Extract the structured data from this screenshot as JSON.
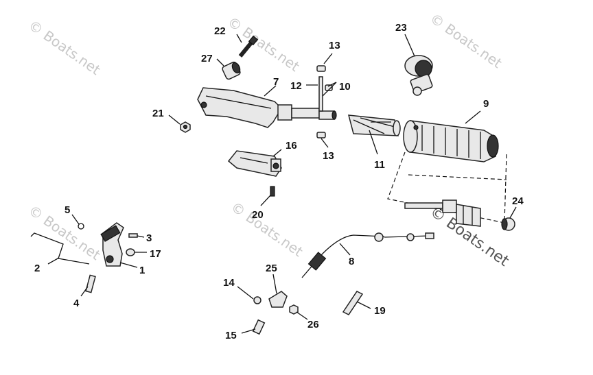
{
  "watermark": {
    "text": "© Boats.net",
    "big_text": "© Boats.net"
  },
  "callouts": {
    "c1": "1",
    "c2": "2",
    "c3": "3",
    "c4": "4",
    "c5": "5",
    "c7": "7",
    "c8": "8",
    "c9": "9",
    "c10": "10",
    "c11": "11",
    "c12": "12",
    "c13a": "13",
    "c13b": "13",
    "c14": "14",
    "c15": "15",
    "c16": "16",
    "c17": "17",
    "c19": "19",
    "c20": "20",
    "c21": "21",
    "c22": "22",
    "c23": "23",
    "c24": "24",
    "c25": "25",
    "c26": "26",
    "c27": "27"
  }
}
